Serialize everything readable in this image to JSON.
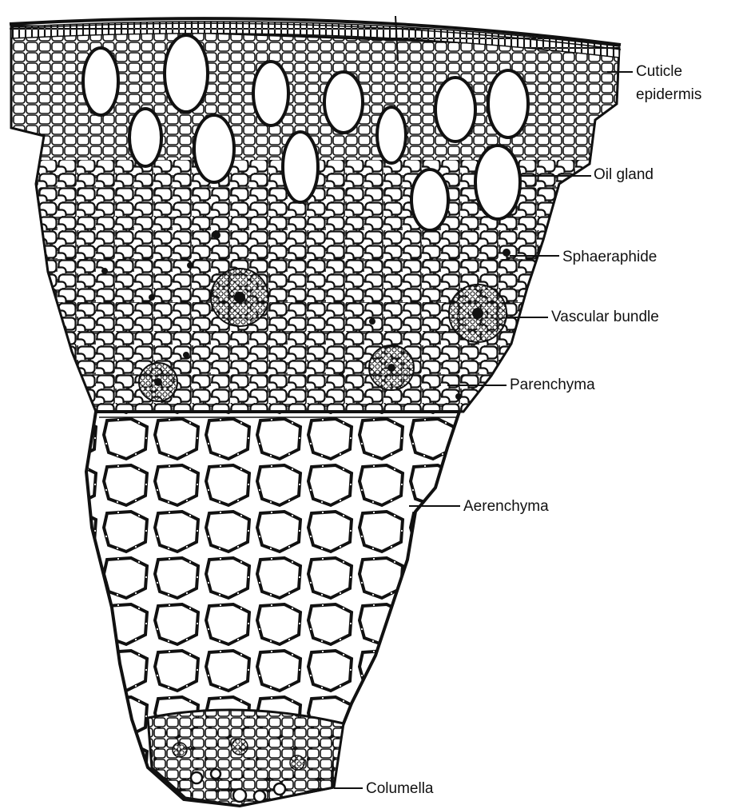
{
  "labels": {
    "cuticle": "Cuticle",
    "epidermis": "epidermis",
    "oil_gland": "Oil gland",
    "sphaeraphide": "Sphaeraphide",
    "vascular_bundle": "Vascular bundle",
    "parenchyma": "Parenchyma",
    "aerenchyma": "Aerenchyma",
    "columella": "Columella"
  },
  "colors": {
    "ink": "#111111",
    "paper": "#ffffff"
  }
}
